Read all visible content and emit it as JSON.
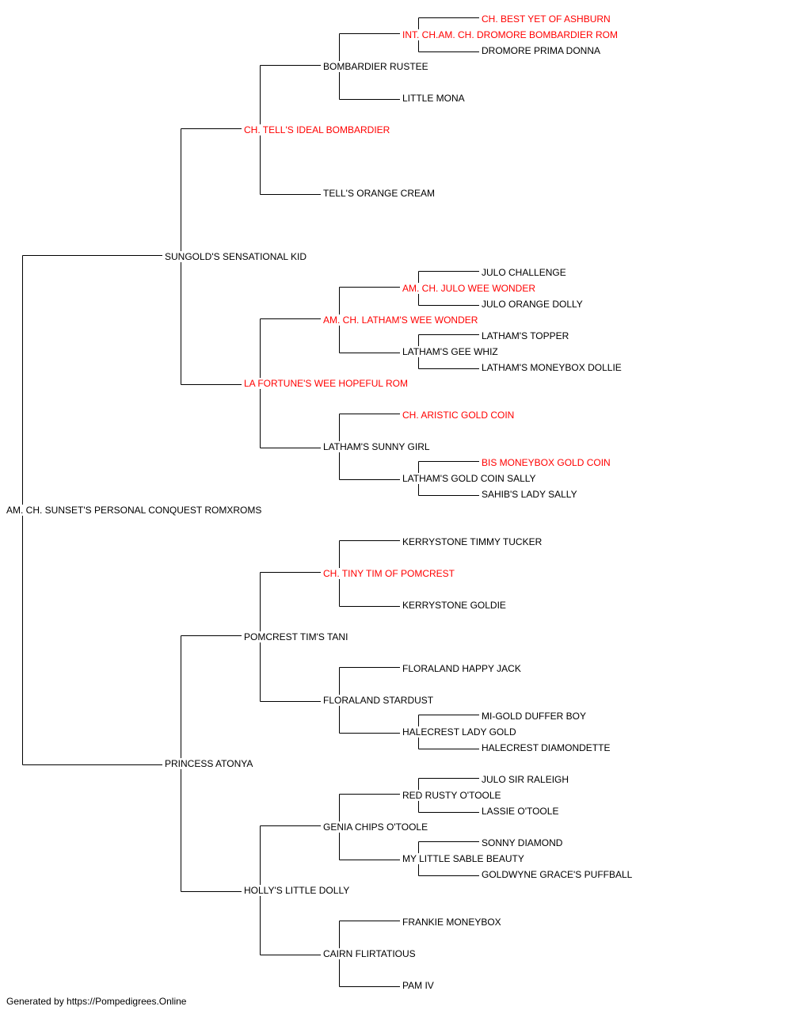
{
  "colors": {
    "normal": "#000000",
    "champion": "#ff0000",
    "line": "#000000"
  },
  "pedigree": {
    "subject": {
      "name": "AM. CH. SUNSET'S PERSONAL CONQUEST ROMXROMS",
      "champion": false
    },
    "sire": {
      "name": "SUNGOLD'S SENSATIONAL KID",
      "champion": false
    },
    "dam": {
      "name": "PRINCESS ATONYA",
      "champion": false
    },
    "ss": {
      "name": "CH. TELL'S IDEAL BOMBARDIER",
      "champion": true
    },
    "sd": {
      "name": "LA FORTUNE'S WEE HOPEFUL ROM",
      "champion": true
    },
    "ds": {
      "name": "POMCREST TIM'S TANI",
      "champion": false
    },
    "dd": {
      "name": "HOLLY'S LITTLE DOLLY",
      "champion": false
    },
    "sss": {
      "name": "BOMBARDIER RUSTEE",
      "champion": false
    },
    "ssd": {
      "name": "TELL'S ORANGE CREAM",
      "champion": false
    },
    "sds": {
      "name": "AM. CH. LATHAM'S WEE WONDER",
      "champion": true
    },
    "sdd": {
      "name": "LATHAM'S SUNNY GIRL",
      "champion": false
    },
    "dss": {
      "name": "CH. TINY TIM OF POMCREST",
      "champion": true
    },
    "dsd": {
      "name": "FLORALAND STARDUST",
      "champion": false
    },
    "dds": {
      "name": "GENIA CHIPS O'TOOLE",
      "champion": false
    },
    "ddd": {
      "name": "CAIRN FLIRTATIOUS",
      "champion": false
    },
    "ssss": {
      "name": "INT. CH.AM. CH. DROMORE BOMBARDIER ROM",
      "champion": true
    },
    "sssd": {
      "name": "LITTLE MONA",
      "champion": false
    },
    "sdss": {
      "name": "AM. CH. JULO WEE WONDER",
      "champion": true
    },
    "sdsd": {
      "name": "LATHAM'S GEE WHIZ",
      "champion": false
    },
    "sdds": {
      "name": "CH. ARISTIC GOLD COIN",
      "champion": true
    },
    "sddd": {
      "name": "LATHAM'S GOLD COIN SALLY",
      "champion": false
    },
    "dsss": {
      "name": "KERRYSTONE TIMMY TUCKER",
      "champion": false
    },
    "dssd": {
      "name": "KERRYSTONE GOLDIE",
      "champion": false
    },
    "dsds": {
      "name": "FLORALAND HAPPY JACK",
      "champion": false
    },
    "dsdd": {
      "name": "HALECREST LADY GOLD",
      "champion": false
    },
    "ddss": {
      "name": "RED RUSTY O'TOOLE",
      "champion": false
    },
    "ddsd": {
      "name": "MY LITTLE SABLE BEAUTY",
      "champion": false
    },
    "ddds": {
      "name": "FRANKIE MONEYBOX",
      "champion": false
    },
    "dddd": {
      "name": "PAM IV",
      "champion": false
    },
    "sssss": {
      "name": "CH. BEST YET OF ASHBURN",
      "champion": true
    },
    "ssssd": {
      "name": "DROMORE PRIMA DONNA",
      "champion": false
    },
    "sdsss": {
      "name": "JULO CHALLENGE",
      "champion": false
    },
    "sdssd": {
      "name": "JULO ORANGE DOLLY",
      "champion": false
    },
    "sdsds": {
      "name": "LATHAM'S TOPPER",
      "champion": false
    },
    "sdsdd": {
      "name": "LATHAM'S MONEYBOX DOLLIE",
      "champion": false
    },
    "sddds": {
      "name": "BIS MONEYBOX GOLD COIN",
      "champion": true
    },
    "sdddd": {
      "name": "SAHIB'S LADY SALLY",
      "champion": false
    },
    "dsdds": {
      "name": "MI-GOLD DUFFER BOY",
      "champion": false
    },
    "dsddd": {
      "name": "HALECREST DIAMONDETTE",
      "champion": false
    },
    "ddsss": {
      "name": "JULO SIR RALEIGH",
      "champion": false
    },
    "ddssd": {
      "name": "LASSIE O'TOOLE",
      "champion": false
    },
    "ddsds": {
      "name": "SONNY DIAMOND",
      "champion": false
    },
    "ddsdd": {
      "name": "GOLDWYNE GRACE'S PUFFBALL",
      "champion": false
    }
  },
  "footer": "Generated by https://Pompedigrees.Online"
}
